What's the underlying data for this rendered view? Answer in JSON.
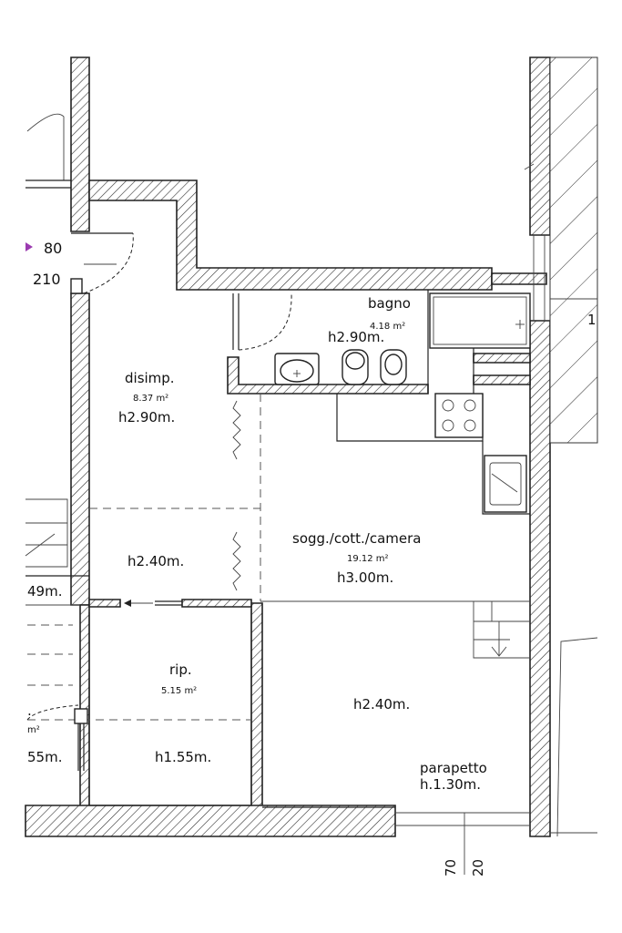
{
  "rooms": {
    "bagno": {
      "name": "bagno",
      "area": "4.18 m²",
      "height": "h2.90m."
    },
    "disimp": {
      "name": "disimp.",
      "area": "8.37 m²",
      "height": "h2.90m."
    },
    "disimp_low": {
      "height": "h2.40m."
    },
    "soggiorno": {
      "name": "sogg./cott./camera",
      "area": "19.12 m²",
      "height": "h3.00m."
    },
    "soggiorno_low": {
      "height": "h2.40m."
    },
    "rip": {
      "name": "rip.",
      "area": "5.15 m²",
      "height": "h1.55m."
    },
    "neighbor": {
      "height_a": "49m.",
      "height_b": "55m.",
      "area_frag": "m²",
      "name_frag": "."
    }
  },
  "door": {
    "width": "80",
    "height": "210"
  },
  "parapetto": {
    "label": "parapetto",
    "height": "h.1.30m."
  },
  "bottom_dims": {
    "a": "70",
    "b": "20"
  },
  "right_frag": "1",
  "colors": {
    "wall_stroke": "#222222",
    "hatch": "#333333",
    "door_marker": "#9b3bb0",
    "background": "#ffffff"
  }
}
